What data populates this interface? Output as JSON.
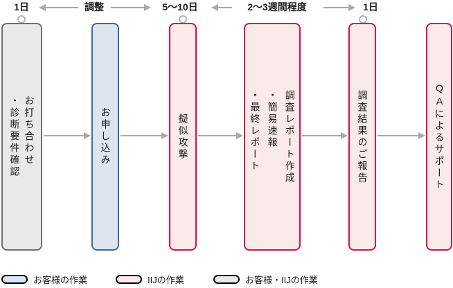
{
  "timeline": {
    "items": [
      {
        "label": "1日"
      },
      {
        "label": "調整"
      },
      {
        "label": "5〜10日"
      },
      {
        "label": "2〜3週間程度"
      },
      {
        "label": "1日"
      }
    ]
  },
  "steps": [
    {
      "name": "meeting",
      "owner": "customer-and-iij",
      "lines": [
        "お打ち合わせ",
        "・診断要件確認"
      ]
    },
    {
      "name": "application",
      "owner": "customer",
      "lines": [
        "お申し込み"
      ]
    },
    {
      "name": "simulated-attack",
      "owner": "iij",
      "lines": [
        "擬似攻撃"
      ]
    },
    {
      "name": "report-creation",
      "owner": "iij",
      "lines": [
        "調査レポート作成",
        "・簡易速報",
        "・最終レポート"
      ]
    },
    {
      "name": "result-briefing",
      "owner": "iij",
      "lines": [
        "調査結果のご報告"
      ]
    },
    {
      "name": "qa-support",
      "owner": "iij",
      "prefix": "QA",
      "rest": "によるサポート"
    }
  ],
  "legend": [
    {
      "label": "お客様の作業",
      "owner": "customer"
    },
    {
      "label": "IIJの作業",
      "owner": "iij"
    },
    {
      "label": "お客様・IIJの作業",
      "owner": "customer-and-iij"
    }
  ],
  "colors": {
    "customer_border": "#3a6b9c",
    "customer_fill": "#dde5ee",
    "iij_border": "#d6104a",
    "iij_fill": "#faeaea",
    "joint_border": "#6f6f6f",
    "joint_fill": "#e9e9e9",
    "arrow": "#a9a9a9"
  }
}
